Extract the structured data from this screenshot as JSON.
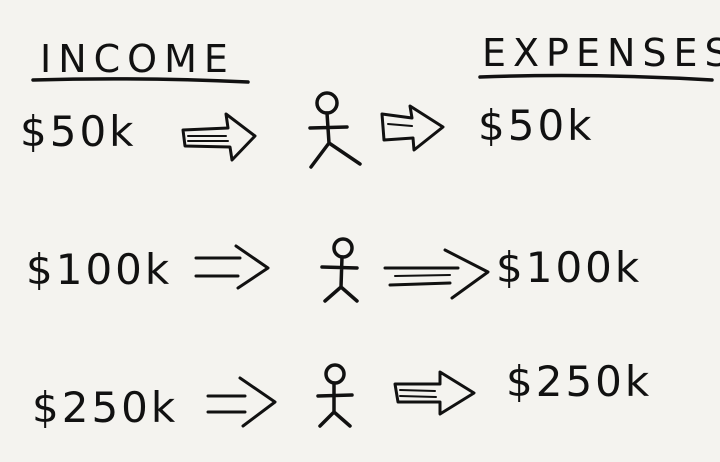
{
  "headers": {
    "income": "INCOME",
    "expenses": "EXPENSES"
  },
  "rows": [
    {
      "income": "$50k",
      "expenses": "$50k"
    },
    {
      "income": "$100k",
      "expenses": "$100k"
    },
    {
      "income": "$250k",
      "expenses": "$250k"
    }
  ],
  "colors": {
    "background": "#f4f3ef",
    "ink": "#111111"
  }
}
